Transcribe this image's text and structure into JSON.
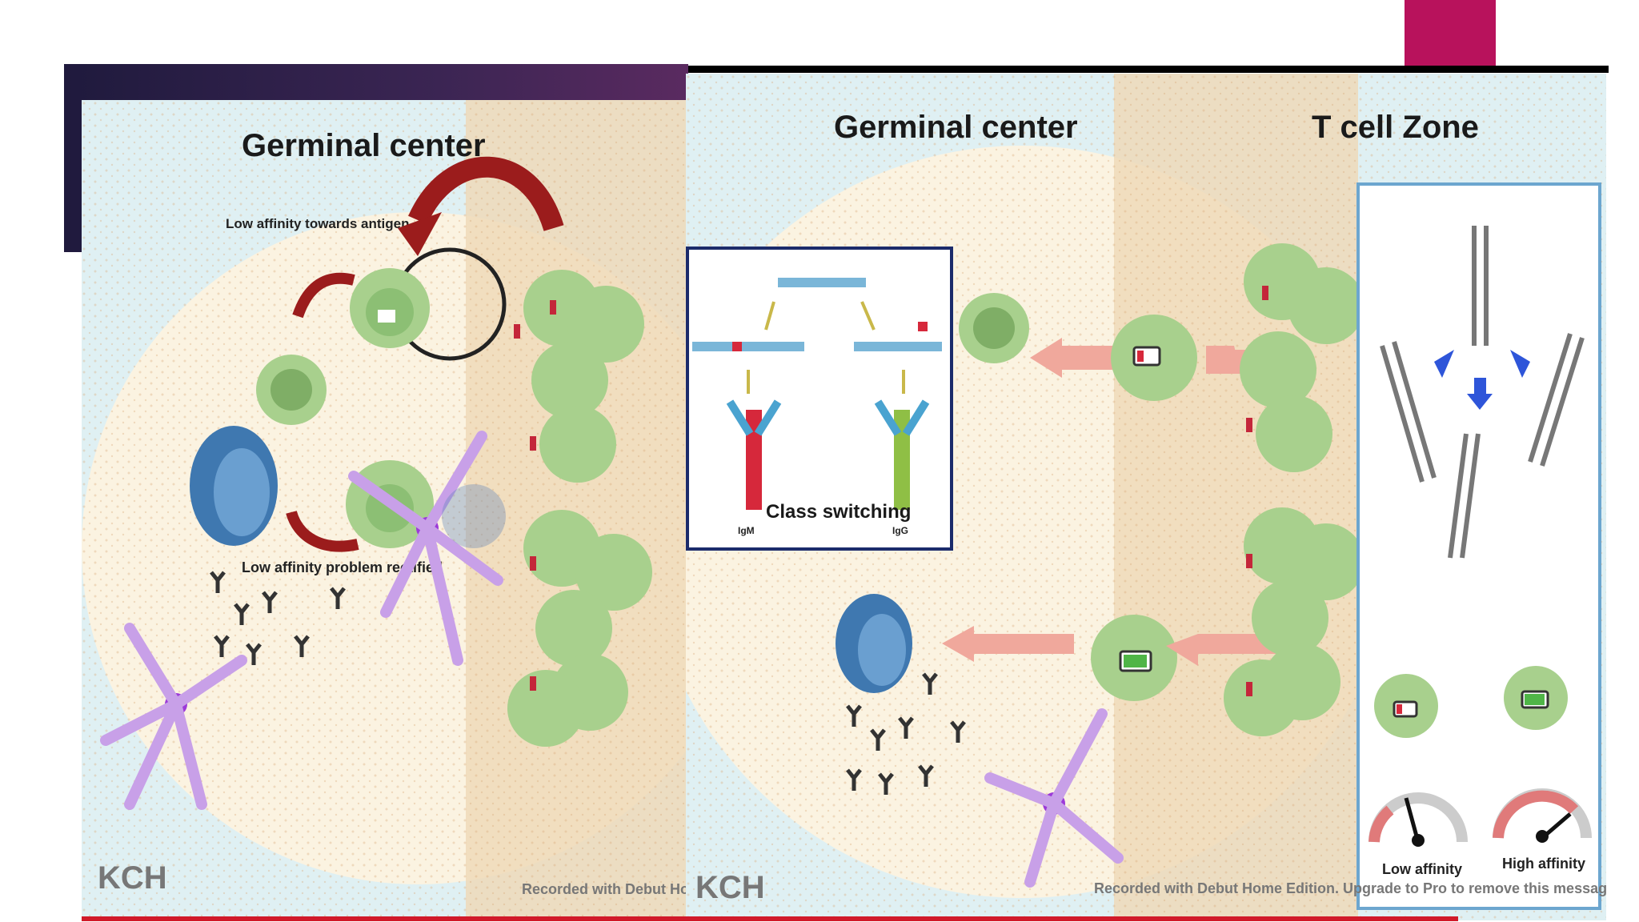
{
  "colors": {
    "slide_bar": "#2a2148",
    "accent": "#b8125c",
    "footer": "#d11a2a",
    "cell_green": "#a8d08d",
    "membrane_tan": "#ecd2b0",
    "plasma_blue": "#3f78b0",
    "dendritic_purple": "#b070e0"
  },
  "left_panel": {
    "title": "Germinal center",
    "label_low_affinity": "Low affinity towards antigen",
    "label_rectified": "Low affinity problem rectified",
    "watermark": "Recorded with Debut Ho",
    "logo": "KCH"
  },
  "right_panel": {
    "title_germinal": "Germinal center",
    "title_tcell": "T cell Zone",
    "class_switching": {
      "label": "Class switching",
      "left_isotype": "IgM",
      "right_isotype": "IgG"
    },
    "affinity": {
      "low": "Low affinity",
      "high": "High affinity"
    },
    "watermark": "Recorded with Debut Home Edition. Upgrade to Pro to remove this message",
    "logo": "KCH"
  }
}
